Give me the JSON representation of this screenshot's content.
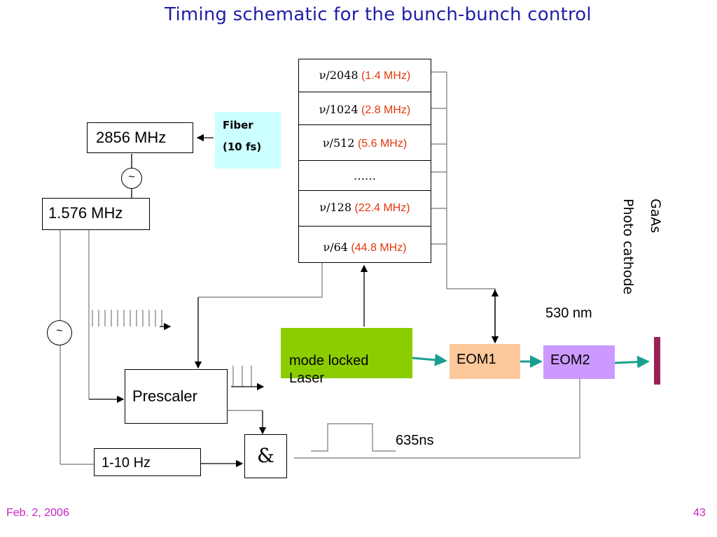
{
  "title": "Timing schematic for the bunch-bunch control",
  "boxes": {
    "clock_2856": "2856 MHz",
    "clock_1576": "1.576 MHz",
    "prescaler": "Prescaler",
    "rate_1_10": "1-10 Hz",
    "and_gate": "&",
    "laser": "mode locked\nLaser",
    "eom1": "EOM1",
    "eom2": "EOM2"
  },
  "fiber": {
    "line1": "Fiber",
    "line2": "(10 fs)"
  },
  "tilde": "~",
  "divider_rows": [
    {
      "div": "ν/2048",
      "freq": "(1.4 MHz)"
    },
    {
      "div": "ν/1024",
      "freq": "(2.8 MHz)"
    },
    {
      "div": "ν/512",
      "freq": "(5.6 MHz)"
    },
    {
      "div": "……",
      "freq": ""
    },
    {
      "div": "ν/128",
      "freq": "(22.4 MHz)"
    },
    {
      "div": "ν/64",
      "freq": "(44.8 MHz)"
    }
  ],
  "wavelength": "530 nm",
  "pulse_width": "635ns",
  "cathode": {
    "line1": "GaAs",
    "line2": "Photo cathode"
  },
  "footer": {
    "date": "Feb. 2, 2006",
    "page": "43"
  },
  "colors": {
    "title": "#1f1fa8",
    "freq": "#e3370b",
    "laser": "#8ccd00",
    "eom1": "#fdc89b",
    "eom2": "#cc99ff",
    "fiber": "#ccffff",
    "beam": "#1a9e8f",
    "cathode": "#992255",
    "footer": "#c522c5"
  }
}
